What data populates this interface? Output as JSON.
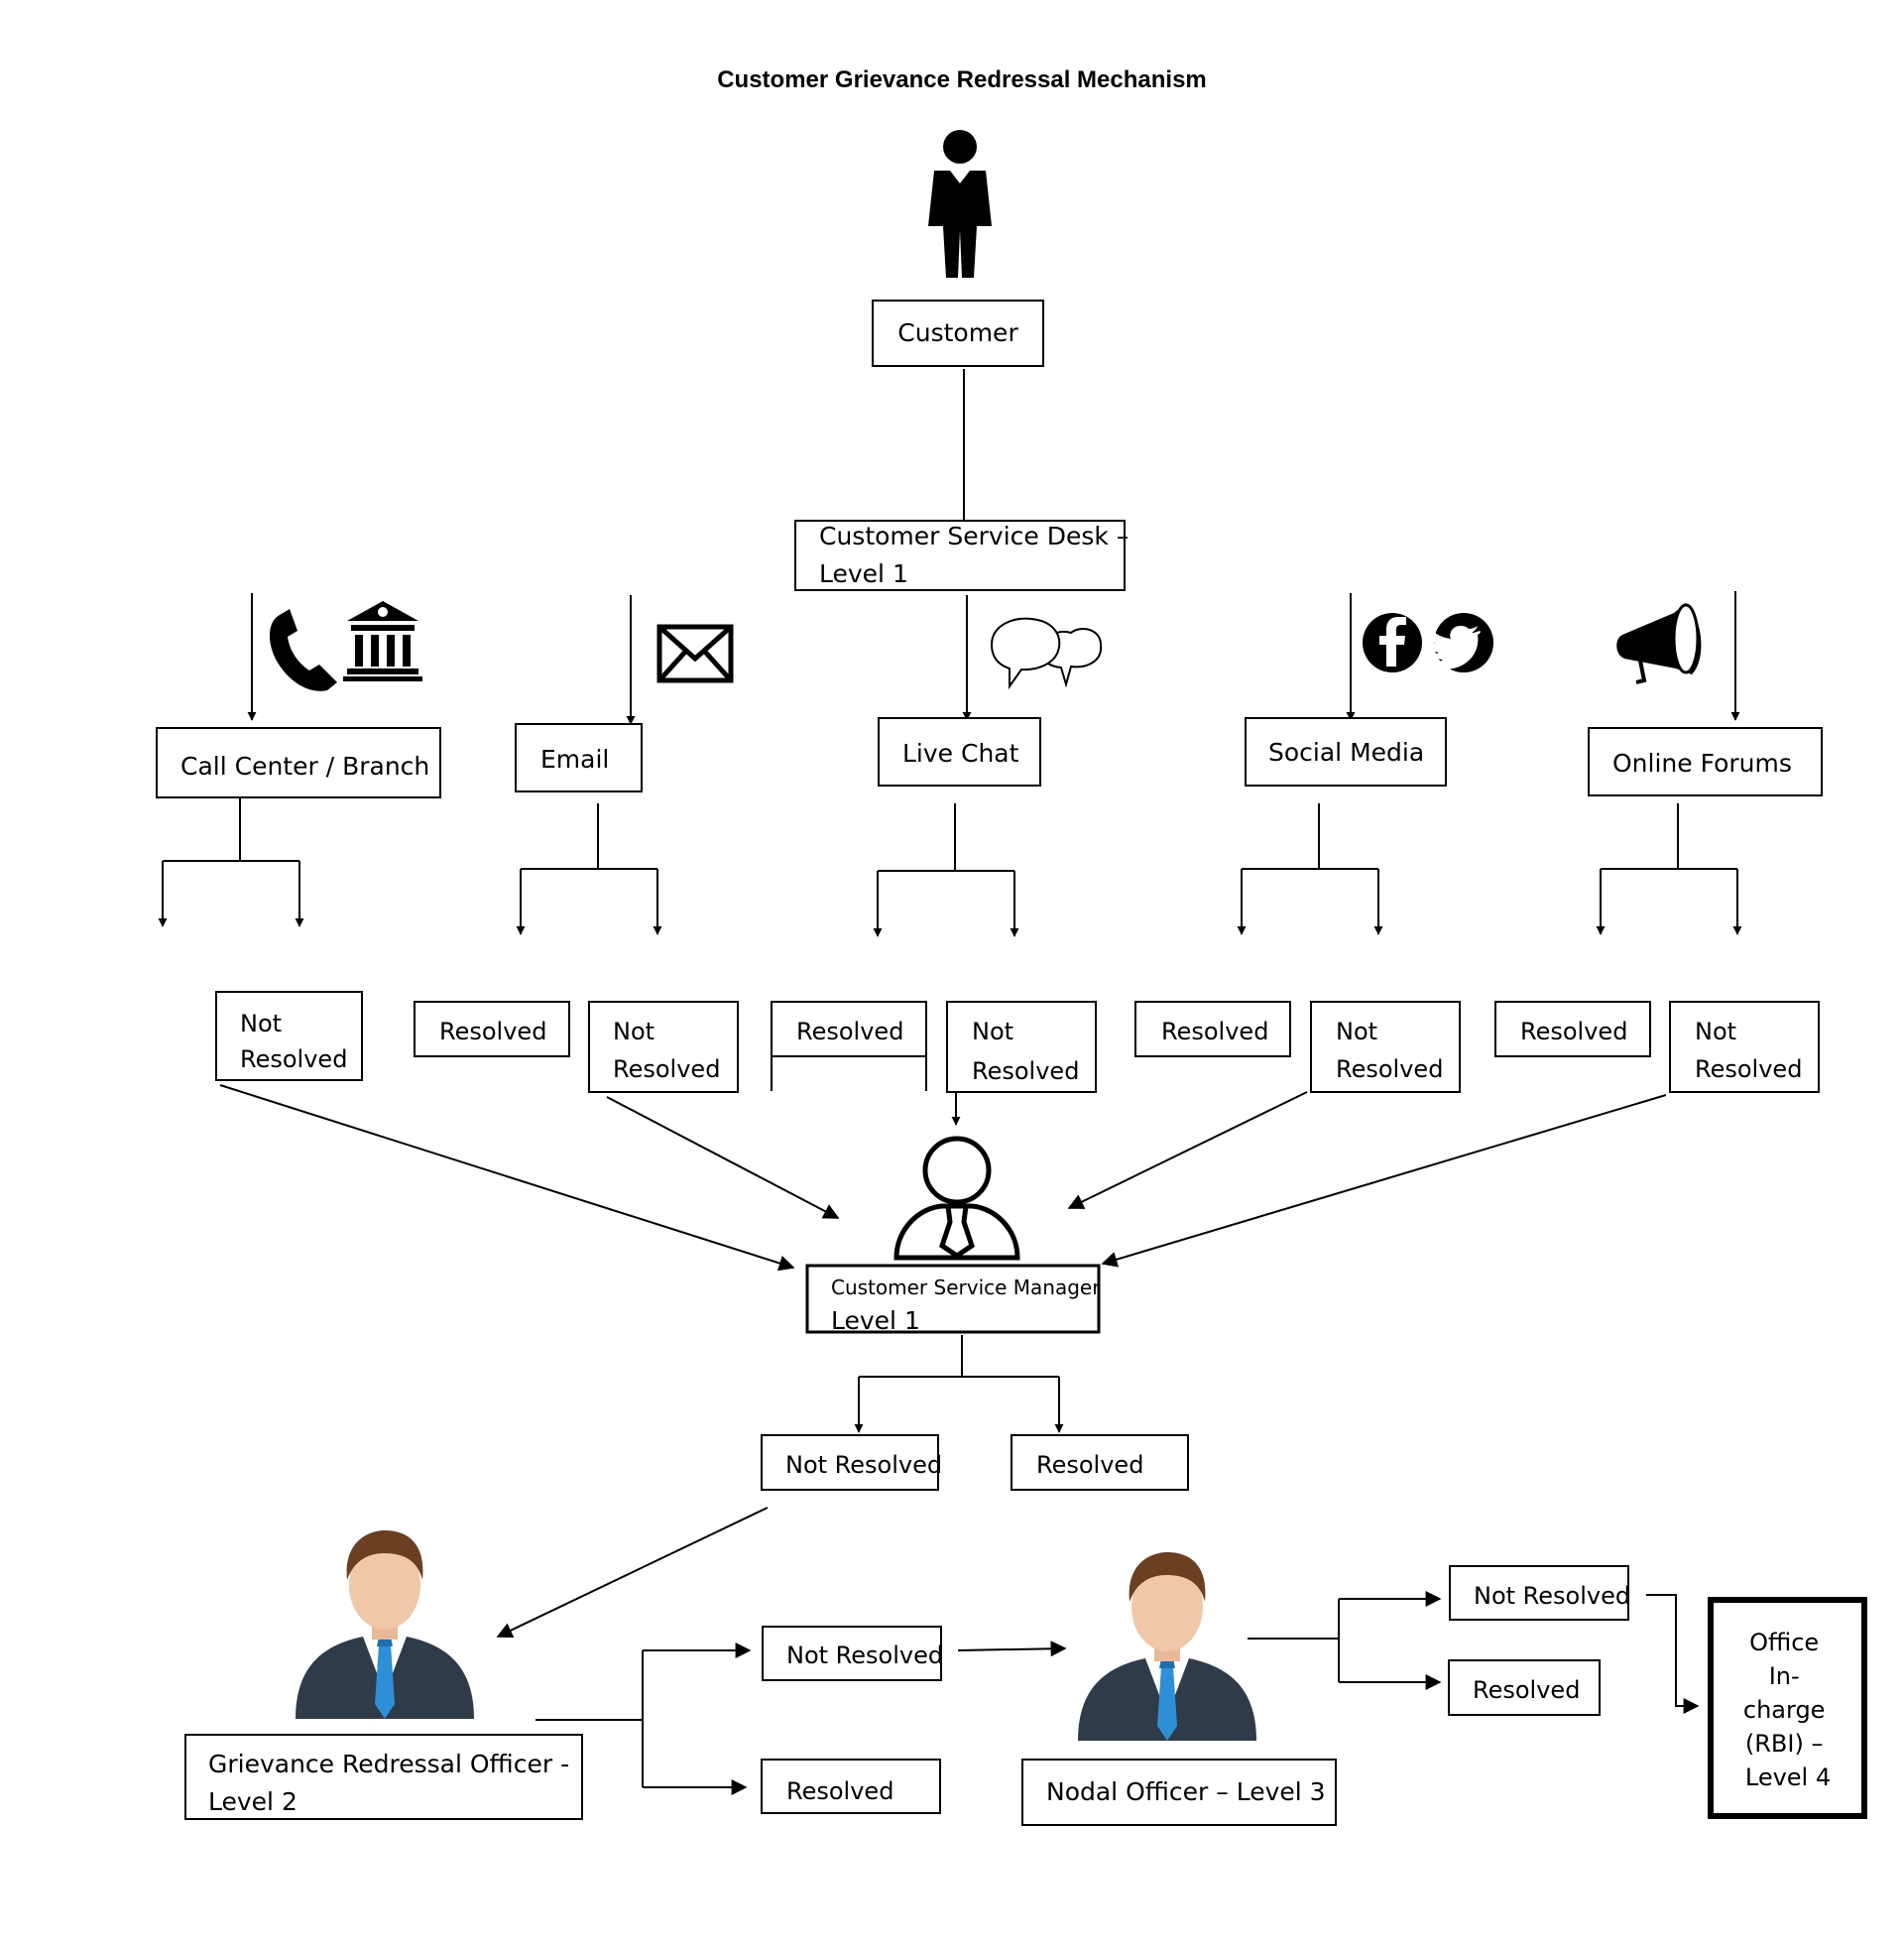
{
  "title": "Customer Grievance Redressal Mechanism",
  "nodes": {
    "customer": "Customer",
    "service_desk": [
      "Customer Service Desk –",
      "Level 1"
    ],
    "channels": {
      "call_center": "Call Center / Branch",
      "email": "Email",
      "live_chat": "Live Chat",
      "social_media": "Social Media",
      "online_forums": "Online Forums"
    },
    "outcomes": {
      "not_resolved_split": [
        "Not",
        "Resolved"
      ],
      "resolved": "Resolved",
      "not_resolved": "Not Resolved"
    },
    "service_manager": [
      "Customer Service Manager",
      "Level 1"
    ],
    "grievance_officer": [
      "Grievance Redressal Officer -",
      "Level 2"
    ],
    "nodal_officer": "Nodal Officer – Level 3",
    "office_incharge": [
      "Office",
      "In-",
      "charge",
      "(RBI) –",
      "Level 4"
    ]
  },
  "icons": [
    "person-icon",
    "phone-icon",
    "bank-icon",
    "mail-icon",
    "chat-icon",
    "facebook-icon",
    "twitter-icon",
    "megaphone-icon",
    "manager-icon",
    "officer-avatar-icon"
  ],
  "colors": {
    "line": "#000000",
    "suit": "#2f3b48",
    "tie": "#2f8fd6",
    "skin": "#f0c8a8",
    "hair": "#6b3f22"
  }
}
